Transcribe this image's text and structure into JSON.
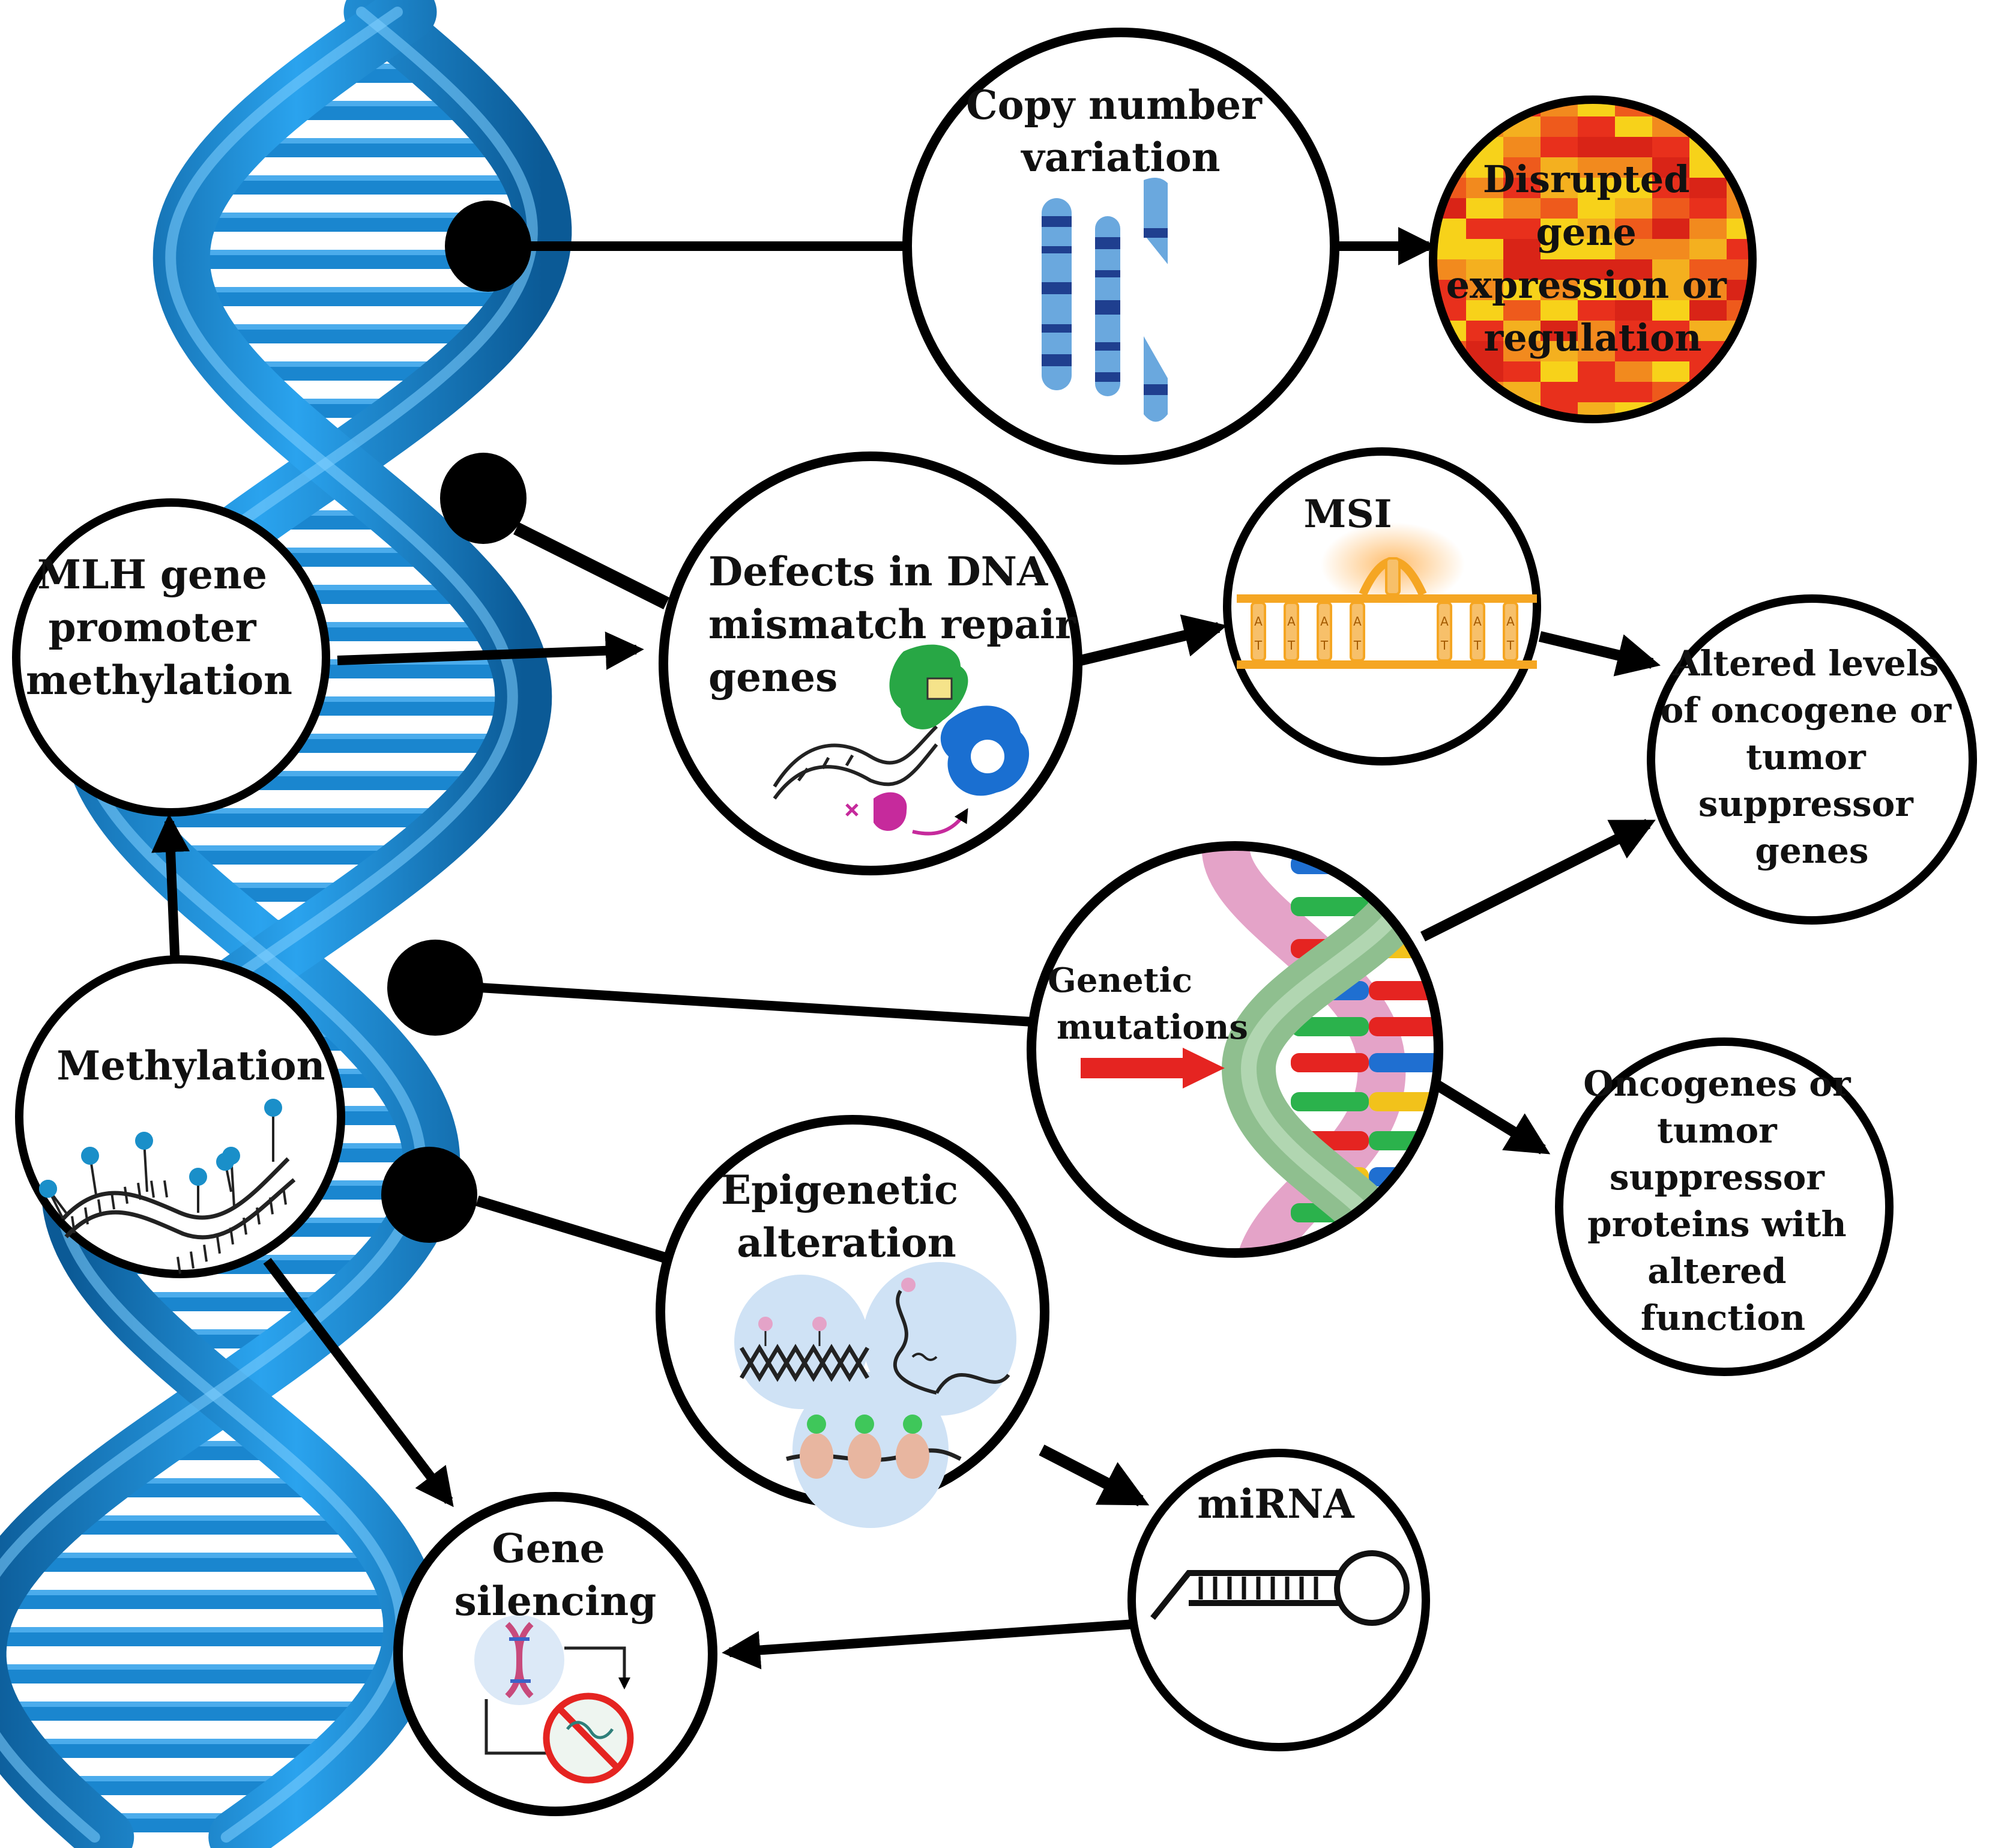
{
  "nodes": {
    "copy_number_variation": {
      "lines": [
        "Copy number",
        "variation"
      ]
    },
    "disrupted_gene_expression": {
      "lines": [
        "Disrupted",
        "gene",
        "expression or",
        "regulation"
      ]
    },
    "mlh_promoter_methylation": {
      "lines": [
        "MLH gene",
        "promoter",
        "methylation"
      ]
    },
    "mismatch_repair_defects": {
      "lines": [
        "Defects in DNA",
        "mismatch repair",
        "genes"
      ]
    },
    "msi": {
      "lines": [
        "MSI"
      ]
    },
    "altered_levels": {
      "lines": [
        "Altered levels",
        "of oncogene or",
        "tumor",
        "suppressor",
        "genes"
      ]
    },
    "genetic_mutations": {
      "lines": [
        "Genetic",
        "mutations"
      ]
    },
    "altered_function_proteins": {
      "lines": [
        "Oncogenes or",
        "tumor",
        "suppressor",
        "proteins with",
        "altered",
        "function"
      ]
    },
    "methylation": {
      "lines": [
        "Methylation"
      ]
    },
    "epigenetic_alteration": {
      "lines": [
        "Epigenetic",
        "alteration"
      ]
    },
    "mirna": {
      "lines": [
        "miRNA"
      ]
    },
    "gene_silencing": {
      "lines": [
        "Gene",
        "silencing"
      ]
    }
  },
  "msi_base_letters": [
    "A",
    "T",
    "A",
    "T",
    "A",
    "T",
    "A",
    "T",
    "A",
    "T",
    "A",
    "T",
    "A",
    "T"
  ],
  "colors": {
    "dna_blue": "#1e90d8",
    "dna_dark": "#0b5a96",
    "outline": "#000000",
    "chromosome_light": "#6aa8de",
    "chromosome_dark": "#1f3f8f",
    "heatmap_red": "#e8301c",
    "heatmap_orange": "#f28a1e",
    "heatmap_yellow": "#f7d21a",
    "msi_orange": "#f5a623",
    "methyl_blue": "#1a8fc9",
    "helix_green": "#8fbf8f",
    "helix_pink": "#e4a3c8",
    "mutation_arrow": "#e52421"
  }
}
